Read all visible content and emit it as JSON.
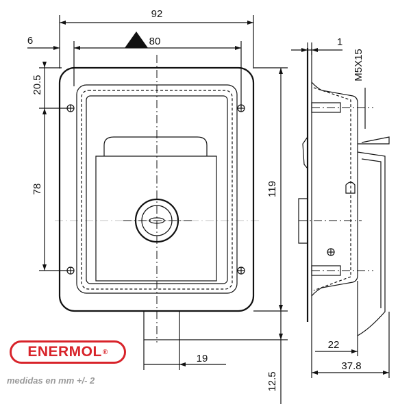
{
  "dimensions": {
    "width_outer": "92",
    "width_inner": "80",
    "offset_left": "6",
    "offset_top": "20.5",
    "hole_spacing": "78",
    "height": "119",
    "bottom_ext": "12.5",
    "tab_width": "19",
    "thickness": "1",
    "thread": "M5X15",
    "side_depth": "22",
    "total_depth": "37.8"
  },
  "brand": {
    "name": "ENERMOL",
    "mark": "®"
  },
  "note": "medidas en mm +/- 2"
}
